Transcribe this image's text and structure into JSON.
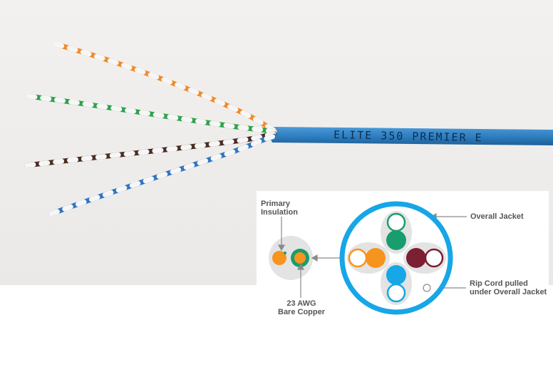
{
  "photo": {
    "jacket_print": "ELITE 350 PREMIER E",
    "colors": {
      "background": "#f0eeec",
      "jacket": "#2f7fc1",
      "orange": "#ef8b2c",
      "green": "#2ea24a",
      "brown": "#4a2c22",
      "blue": "#2f74c0",
      "white_stripe": "#f4f4f4"
    }
  },
  "diagram": {
    "labels": {
      "primary_insulation": [
        "Primary",
        "Insulation"
      ],
      "overall_jacket": "Overall Jacket",
      "rip_cord": [
        "Rip Cord pulled",
        "under Overall Jacket"
      ],
      "conductor": [
        "23 AWG",
        "Bare Copper"
      ]
    },
    "colors": {
      "jacket_ring": "#17a6e6",
      "pair_gray": "#e3e3e3",
      "orange": "#f7941d",
      "green": "#1a9d6e",
      "maroon": "#7b1f33",
      "blue": "#17a6e6",
      "arrow": "#8a8a8a",
      "label": "#555555"
    }
  }
}
